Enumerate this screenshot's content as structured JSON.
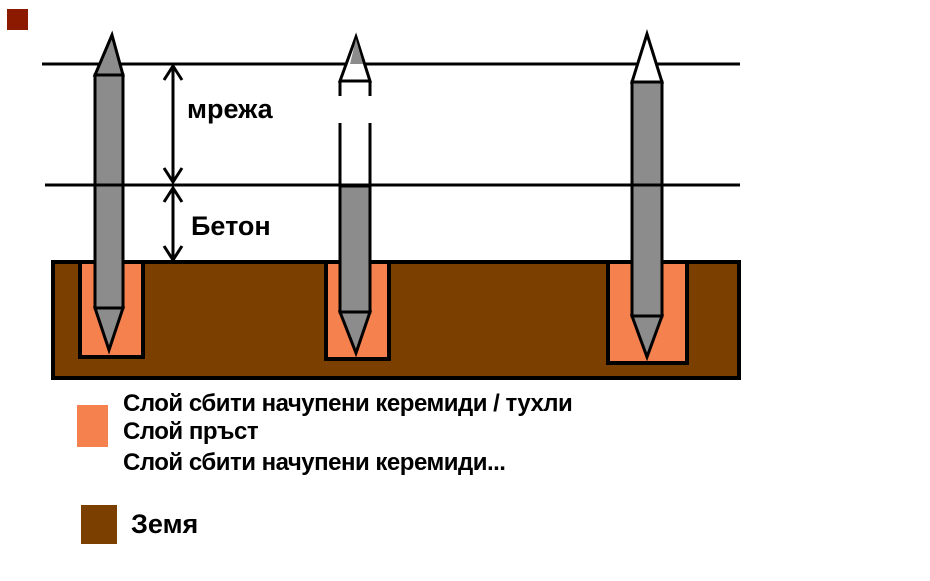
{
  "diagram": {
    "dimension_labels": {
      "mesh": "мрежа",
      "concrete": "Бетон"
    },
    "legend": {
      "layers": [
        "Слой сбити начупени керемиди / тухли",
        "Слой пръст",
        "Слой сбити начупени керемиди..."
      ],
      "ground": "Земя"
    },
    "colors": {
      "post_gray": "#8C8C8C",
      "layers_orange": "#F5824E",
      "ground_brown": "#7B3F00",
      "corner_red": "#8B1A00",
      "outline": "#000000",
      "background": "#FFFFFF"
    }
  }
}
